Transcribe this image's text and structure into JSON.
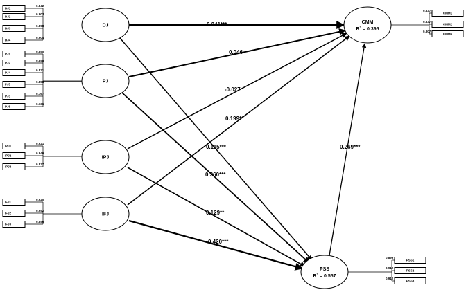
{
  "latents": [
    {
      "id": "DJ",
      "label": "DJ"
    },
    {
      "id": "PJ",
      "label": "PJ"
    },
    {
      "id": "IPJ",
      "label": "IPJ"
    },
    {
      "id": "IFJ",
      "label": "IFJ"
    },
    {
      "id": "CMM",
      "label": "CMM",
      "r2_prefix": "R",
      "r2_sup": "2",
      "r2_value": " = 0.395"
    },
    {
      "id": "PSS",
      "label": "PSS",
      "r2_prefix": "R",
      "r2_sup": "2",
      "r2_value": " = 0.557"
    }
  ],
  "indicators": {
    "DJ": [
      {
        "label": "DJ1",
        "loading": "0.842"
      },
      {
        "label": "DJ2",
        "loading": "0.903"
      },
      {
        "label": "DJ3",
        "loading": "0.898"
      },
      {
        "label": "DJ4",
        "loading": "0.904"
      }
    ],
    "PJ": [
      {
        "label": "PJ1",
        "loading": "0.850"
      },
      {
        "label": "PJ2",
        "loading": "0.858"
      },
      {
        "label": "PJ4",
        "loading": "0.821"
      },
      {
        "label": "PJ5",
        "loading": "0.858"
      },
      {
        "label": "PJ3",
        "loading": "0.767"
      },
      {
        "label": "PJ6",
        "loading": "0.736"
      }
    ],
    "IPJ": [
      {
        "label": "IPJ1",
        "loading": "0.921"
      },
      {
        "label": "IPJ2",
        "loading": "0.940"
      },
      {
        "label": "IPJ3",
        "loading": "0.837"
      }
    ],
    "IFJ": [
      {
        "label": "IFJ1",
        "loading": "0.920"
      },
      {
        "label": "IFJ2",
        "loading": "0.952"
      },
      {
        "label": "IFJ3",
        "loading": "0.856"
      }
    ],
    "CMM": [
      {
        "label": "CMM1",
        "loading": "0.837"
      },
      {
        "label": "CMM2",
        "loading": "0.837"
      },
      {
        "label": "CMM6",
        "loading": "0.807"
      }
    ],
    "PSS": [
      {
        "label": "PSS1",
        "loading": "0.899"
      },
      {
        "label": "PSS2",
        "loading": "0.912"
      },
      {
        "label": "PSS3",
        "loading": "0.912"
      }
    ]
  },
  "paths": [
    {
      "from": "DJ",
      "to": "CMM",
      "coef": "0.241***"
    },
    {
      "from": "PJ",
      "to": "CMM",
      "coef": "0.046"
    },
    {
      "from": "IPJ",
      "to": "CMM",
      "coef": "-0.027"
    },
    {
      "from": "IFJ",
      "to": "CMM",
      "coef": "0.199**"
    },
    {
      "from": "DJ",
      "to": "PSS",
      "coef": "0.115***"
    },
    {
      "from": "PJ",
      "to": "PSS",
      "coef": "0.260***"
    },
    {
      "from": "IPJ",
      "to": "PSS",
      "coef": "0.129**"
    },
    {
      "from": "IFJ",
      "to": "PSS",
      "coef": "0.420***"
    },
    {
      "from": "PSS",
      "to": "CMM",
      "coef": "0.269***"
    }
  ]
}
